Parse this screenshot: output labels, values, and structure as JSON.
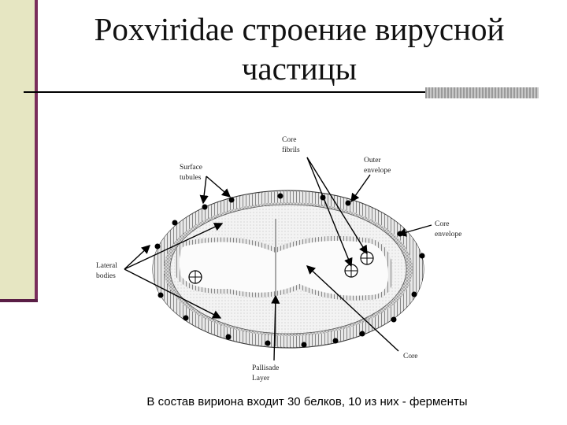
{
  "slide": {
    "title": "Poxviridae строение вирусной частицы",
    "caption": "В состав вириона входит 30 белков, 10 из них - ферменты"
  },
  "diagram": {
    "labels": {
      "core_fibrils": "Core\nfibrils",
      "surface_tubules": "Surface\ntubules",
      "outer_envelope": "Outer\nenvelope",
      "core_envelope": "Core\nenvelope",
      "lateral_bodies": "Lateral\nbodies",
      "core": "Core",
      "pallisade_layer": "Pallisade\nLayer"
    }
  },
  "colors": {
    "left_bar": "#e6e6c2",
    "left_bar_edge": "#7a2d5c",
    "rule": "#000000"
  }
}
